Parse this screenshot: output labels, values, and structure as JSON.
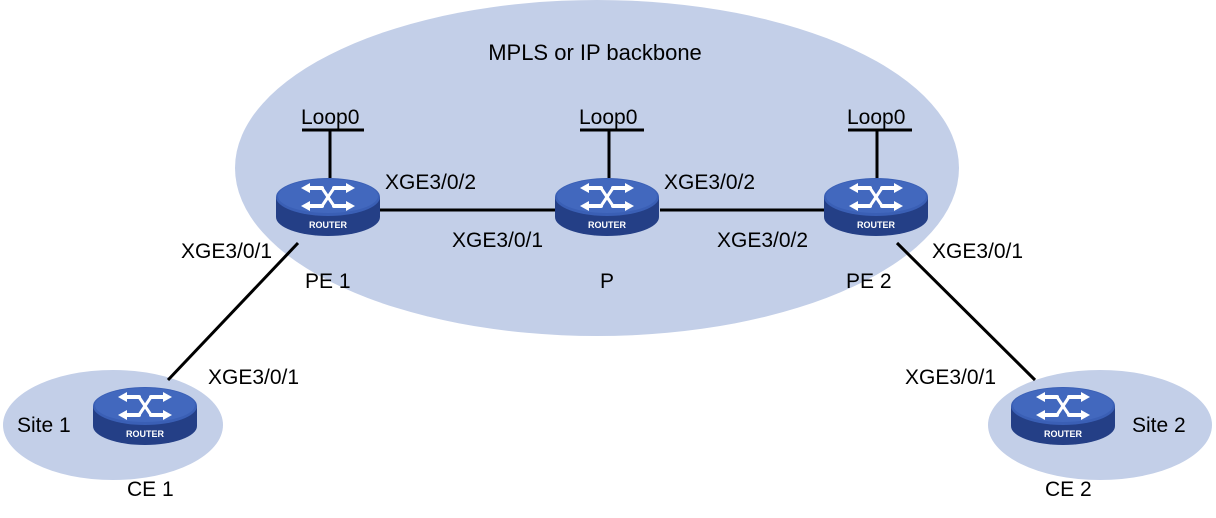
{
  "backbone": {
    "label": "MPLS or IP backbone"
  },
  "colors": {
    "cloud": "#c3cfe8",
    "router_top": "#3a5fb5",
    "router_side": "#243f86",
    "link": "#000000"
  },
  "router_badge": "ROUTER",
  "router_icon": "router-icon",
  "loopback_label": "Loop0",
  "nodes": {
    "pe1": {
      "name": "PE 1",
      "if_up": "XGE3/0/2",
      "if_down": "XGE3/0/1"
    },
    "p": {
      "name": "P",
      "if_left": "XGE3/0/1",
      "if_right": "XGE3/0/2"
    },
    "pe2": {
      "name": "PE 2",
      "if_left": "XGE3/0/2",
      "if_down": "XGE3/0/1"
    },
    "ce1": {
      "name": "CE 1",
      "site": "Site 1",
      "if": "XGE3/0/1"
    },
    "ce2": {
      "name": "CE 2",
      "site": "Site 2",
      "if": "XGE3/0/1"
    }
  }
}
